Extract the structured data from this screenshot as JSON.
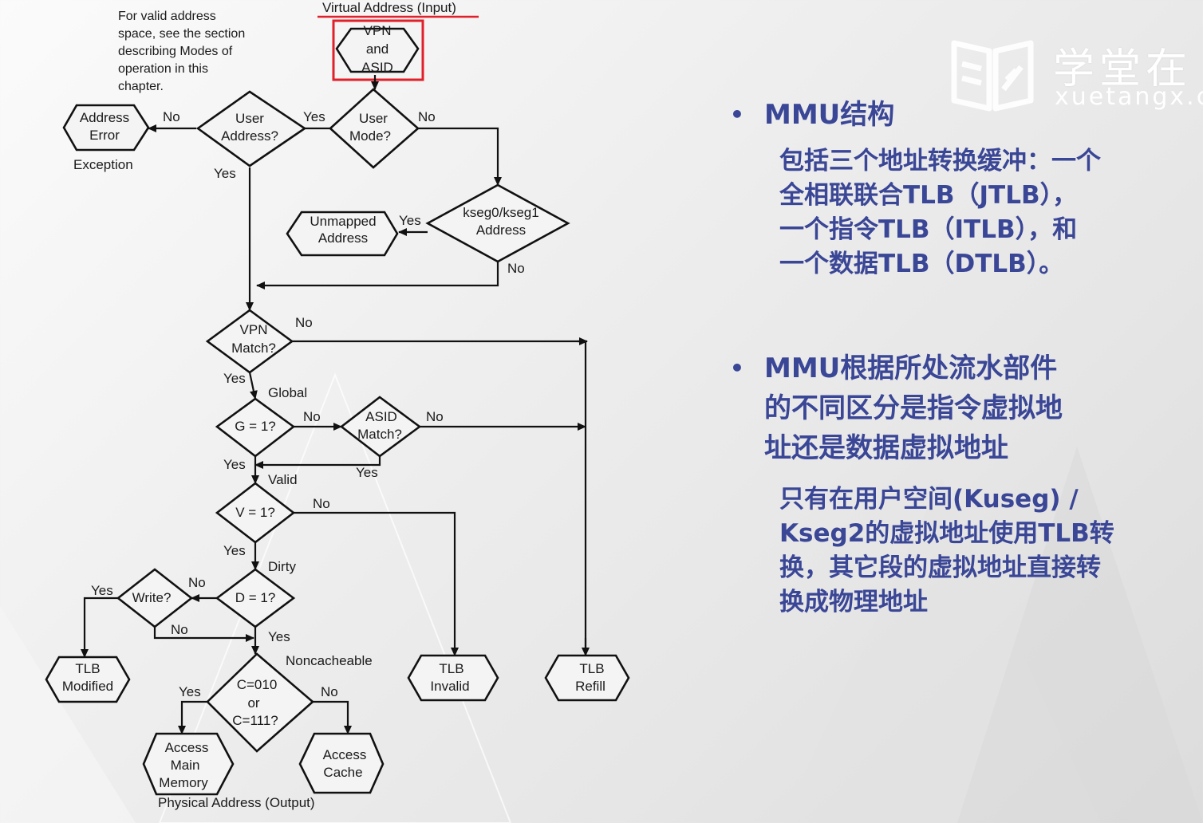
{
  "diagram": {
    "input_title": "Virtual Address (Input)",
    "output_title": "Physical Address (Output)",
    "note": [
      "For valid address",
      "space, see the section",
      "describing Modes of",
      "operation in this",
      "chapter."
    ],
    "nodes": {
      "vpn_asid": [
        "VPN",
        "and",
        "ASID"
      ],
      "user_mode": [
        "User",
        "Mode?"
      ],
      "user_address": [
        "User",
        "Address?"
      ],
      "address_error": [
        "Address",
        "Error"
      ],
      "exception": "Exception",
      "kseg": [
        "kseg0/kseg1",
        "Address"
      ],
      "unmapped": [
        "Unmapped",
        "Address"
      ],
      "vpn_match": [
        "VPN",
        "Match?"
      ],
      "g1": "G = 1?",
      "asid_match": [
        "ASID",
        "Match?"
      ],
      "v1": "V = 1?",
      "d1": "D = 1?",
      "write": "Write?",
      "tlb_modified": [
        "TLB",
        "Modified"
      ],
      "tlb_invalid": [
        "TLB",
        "Invalid"
      ],
      "tlb_refill": [
        "TLB",
        "Refill"
      ],
      "cache_q": [
        "C=010",
        "or",
        "C=111?"
      ],
      "access_main": [
        "Access",
        "Main",
        "Memory"
      ],
      "access_cache": [
        "Access",
        "Cache"
      ]
    },
    "labels": {
      "yes": "Yes",
      "no": "No",
      "global": "Global",
      "valid": "Valid",
      "dirty": "Dirty",
      "noncacheable": "Noncacheable"
    }
  },
  "logo": {
    "cn": "学堂在",
    "en": "xuetangx.c"
  },
  "panel": {
    "bullet1": "MMU结构",
    "sub1": [
      "包括三个地址转换缓冲：一个",
      "全相联联合TLB（JTLB），",
      "一个指令TLB（ITLB），和",
      "一个数据TLB（DTLB）。"
    ],
    "bullet2": [
      "MMU根据所处流水部件",
      "的不同区分是指令虚拟地",
      "址还是数据虚拟地址"
    ],
    "sub2": [
      "只有在用户空间(Kuseg) /",
      "Kseg2的虚拟地址使用TLB转",
      "换，其它段的虚拟地址直接转",
      "换成物理地址"
    ]
  },
  "colors": {
    "highlight": "#e0202a",
    "panel_text": "#3a4696",
    "background": "#ececec"
  }
}
